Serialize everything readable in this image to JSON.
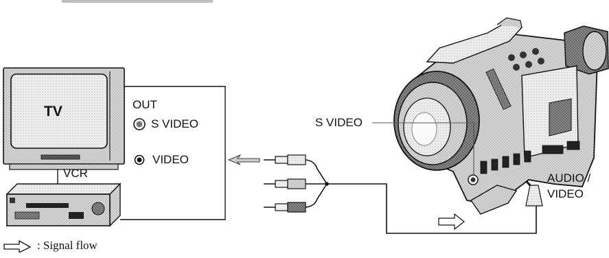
{
  "heading_partial": "",
  "labels": {
    "tv": "TV",
    "vcr": "VCR",
    "out": "OUT",
    "s_video_jack": "S VIDEO",
    "video_jack": "VIDEO",
    "s_video_cam": "S VIDEO",
    "audio_video_1": "AUDIO /",
    "audio_video_2": "VIDEO"
  },
  "legend": {
    "text": ": Signal flow",
    "icon": "signal-flow-arrow-icon"
  },
  "icons": [
    "tv-icon",
    "vcr-icon",
    "camcorder-icon",
    "s-video-jack-icon",
    "video-jack-icon",
    "rca-plug-icon",
    "av-plug-icon",
    "signal-arrow-icon"
  ]
}
